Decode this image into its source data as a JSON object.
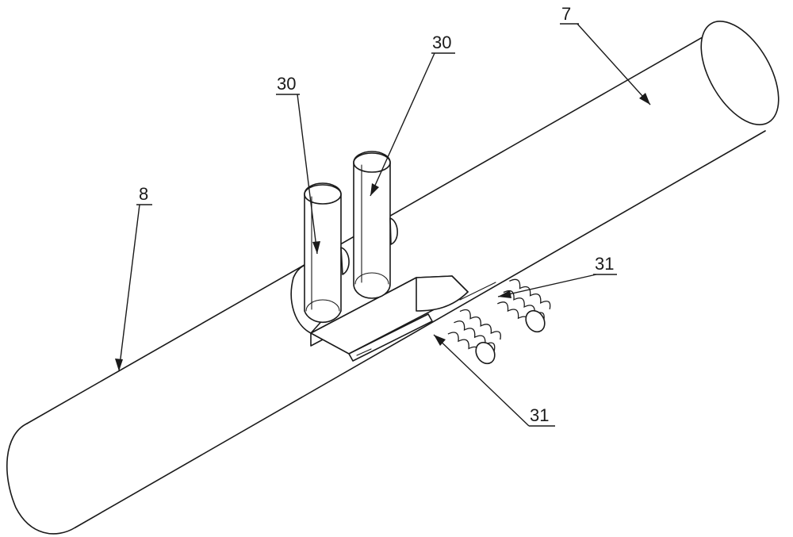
{
  "labels": {
    "rod_right": "7",
    "rod_left": "8",
    "pin_left": "30",
    "pin_right": "30",
    "spring_upper": "31",
    "spring_lower": "31"
  },
  "colors": {
    "ink": "#1a1a1a",
    "paper": "#ffffff"
  }
}
